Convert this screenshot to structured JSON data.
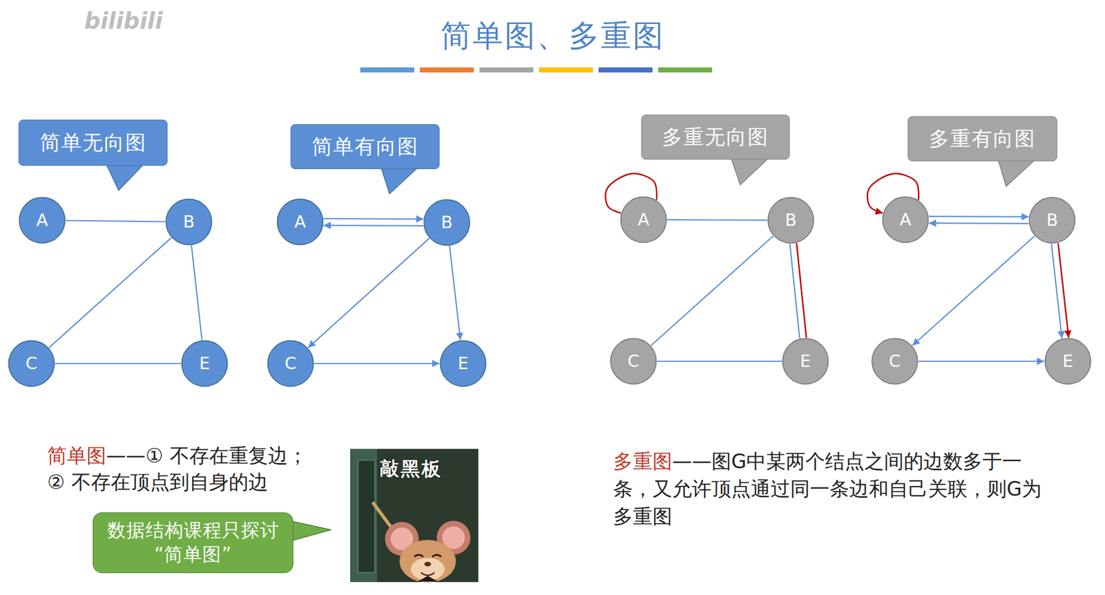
{
  "diagram": {
    "title": "简单图、多重图",
    "nodes": [
      {
        "text": [
          "简单无向图"
        ]
      },
      {
        "text": [
          "A"
        ]
      },
      {
        "text": [
          "B"
        ]
      },
      {
        "text": [
          "C"
        ]
      },
      {
        "text": [
          "E"
        ]
      },
      {
        "text": [
          "简单有向图"
        ]
      },
      {
        "text": [
          "A"
        ]
      },
      {
        "text": [
          "B"
        ]
      },
      {
        "text": [
          "C"
        ]
      },
      {
        "text": [
          "E"
        ]
      },
      {
        "text": [
          "多重无向图"
        ]
      },
      {
        "text": [
          "A"
        ]
      },
      {
        "text": [
          "B"
        ]
      },
      {
        "text": [
          "C"
        ]
      },
      {
        "text": [
          "E"
        ]
      },
      {
        "text": [
          "多重有向图"
        ]
      },
      {
        "text": [
          "A"
        ]
      },
      {
        "text": [
          "B"
        ]
      },
      {
        "text": [
          "C"
        ]
      },
      {
        "text": [
          "E"
        ]
      },
      {
        "text": [
          "数据结构课程只探讨“简单图”"
        ]
      }
    ],
    "edges": [
      {
        "from": 1,
        "to": 2,
        "arrow": "none"
      },
      {
        "from": 2,
        "to": 3,
        "arrow": "none"
      },
      {
        "from": 2,
        "to": 4,
        "arrow": "none"
      },
      {
        "from": 3,
        "to": 4,
        "arrow": "none"
      },
      {
        "from": 6,
        "to": 7,
        "arrow": "to"
      },
      {
        "from": 7,
        "to": 6,
        "arrow": "to"
      },
      {
        "from": 7,
        "to": 8,
        "arrow": "to"
      },
      {
        "from": 7,
        "to": 9,
        "arrow": "to"
      },
      {
        "from": 8,
        "to": 9,
        "arrow": "to"
      },
      {
        "from": 11,
        "to": 11,
        "arrow": "none"
      },
      {
        "from": 11,
        "to": 12,
        "arrow": "none"
      },
      {
        "from": 12,
        "to": 13,
        "arrow": "none"
      },
      {
        "from": 12,
        "to": 14,
        "arrow": "none"
      },
      {
        "from": 12,
        "to": 14,
        "arrow": "none"
      },
      {
        "from": 13,
        "to": 14,
        "arrow": "none"
      },
      {
        "from": 16,
        "to": 16,
        "arrow": "to"
      },
      {
        "from": 16,
        "to": 17,
        "arrow": "to"
      },
      {
        "from": 17,
        "to": 16,
        "arrow": "to"
      },
      {
        "from": 17,
        "to": 18,
        "arrow": "to"
      },
      {
        "from": 17,
        "to": 19,
        "arrow": "to"
      },
      {
        "from": 17,
        "to": 19,
        "arrow": "to"
      },
      {
        "from": 18,
        "to": 19,
        "arrow": "to"
      }
    ],
    "labels": [
      "bilibili",
      "简单图",
      "——① 不存在重复边；",
      "② 不存在顶点到自身的边",
      "敲黑板",
      "多重图",
      "——图G中某两个结点之间的边数多于一条，又允许顶点通过同一条边和自己关联，则G为多重图"
    ]
  }
}
